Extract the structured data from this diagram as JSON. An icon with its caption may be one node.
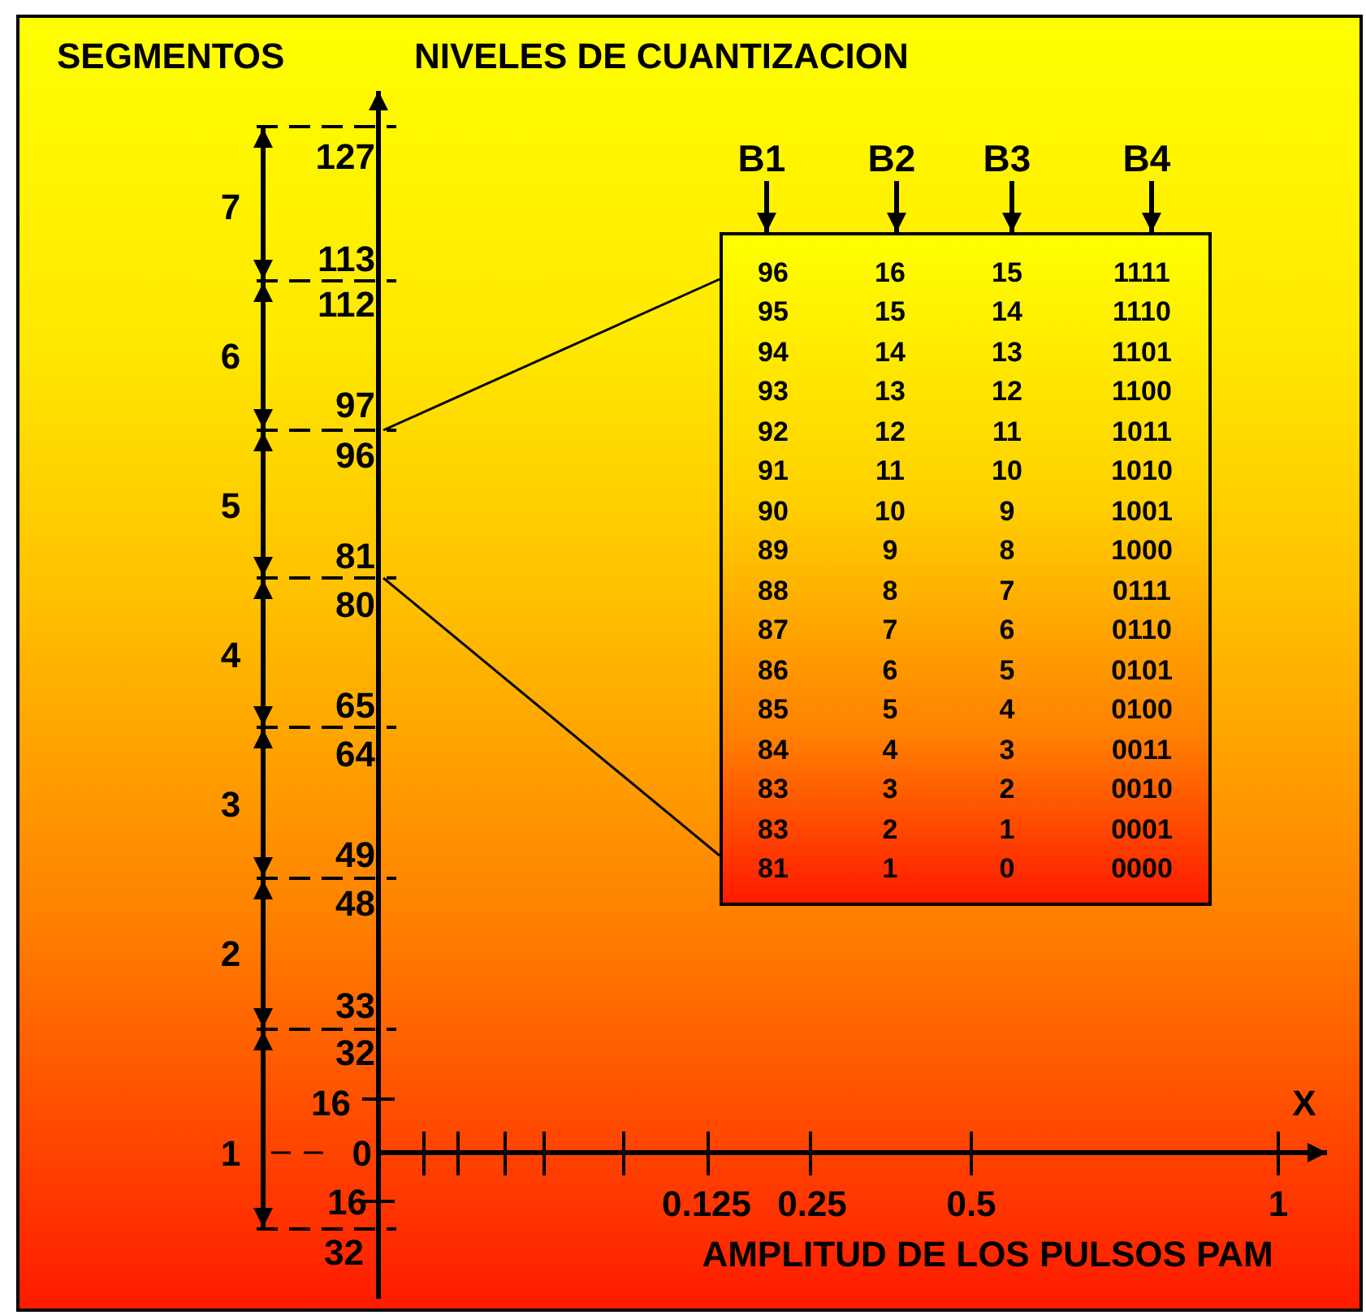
{
  "diagram": {
    "nodes": [
      {
        "text": [],
        "shape": "box"
      },
      {
        "text": [
          "B1"
        ]
      },
      {
        "text": [
          "B2"
        ]
      },
      {
        "text": [
          "B3"
        ]
      },
      {
        "text": [
          "B4"
        ]
      },
      {
        "text": [],
        "shape": "bar"
      }
    ],
    "edges": [
      {
        "from": 1,
        "to": 0,
        "arrow": "to"
      },
      {
        "from": 2,
        "to": 0,
        "arrow": "to"
      },
      {
        "from": 3,
        "to": 0,
        "arrow": "to"
      },
      {
        "from": 4,
        "to": 0,
        "arrow": "to"
      },
      {
        "from": 5,
        "to": 0,
        "arrow": "none"
      },
      {
        "from": 5,
        "to": 0,
        "arrow": "none"
      }
    ],
    "labels": [
      "SEGMENTOS",
      "NIVELES DE CUANTIZACION",
      "127",
      "7",
      "113",
      "112",
      "6",
      "97",
      "96",
      "5",
      "81",
      "80",
      "4",
      "65",
      "64",
      "3",
      "49",
      "48",
      "2",
      "33",
      "32",
      "16",
      "X",
      "1",
      "0",
      "16",
      "0.125",
      "0.25",
      "0.5",
      "1",
      "32",
      "AMPLITUD DE LOS PULSOS PAM",
      "96",
      "16",
      "15",
      "1111",
      "95",
      "15",
      "14",
      "1110",
      "94",
      "14",
      "13",
      "1101",
      "93",
      "13",
      "12",
      "1100",
      "92",
      "12",
      "11",
      "1011",
      "91",
      "11",
      "10",
      "1010",
      "90",
      "10",
      "9",
      "1001",
      "89",
      "9",
      "8",
      "1000",
      "88",
      "8",
      "7",
      "0111",
      "87",
      "7",
      "6",
      "0110",
      "86",
      "6",
      "5",
      "0101",
      "85",
      "5",
      "4",
      "0100",
      "84",
      "4",
      "3",
      "0011",
      "83",
      "3",
      "2",
      "0010",
      "83",
      "2",
      "1",
      "0001",
      "81",
      "1",
      "0",
      "0000"
    ]
  }
}
